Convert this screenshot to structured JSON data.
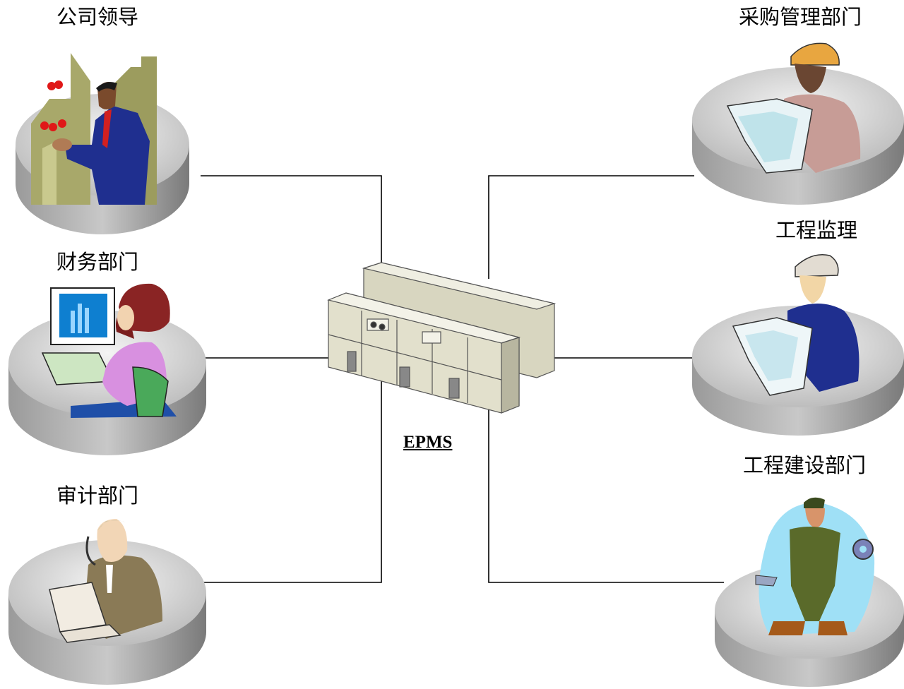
{
  "diagram": {
    "center": {
      "label": "EPMS",
      "icon": "server-cabinets-icon"
    },
    "nodes": [
      {
        "id": "leadership",
        "label": "公司领导",
        "icon": "businessman-icon"
      },
      {
        "id": "finance",
        "label": "财务部门",
        "icon": "woman-at-computer-icon"
      },
      {
        "id": "audit",
        "label": "审计部门",
        "icon": "man-on-phone-icon"
      },
      {
        "id": "procurement",
        "label": "采购管理部门",
        "icon": "engineer-with-blueprint-icon"
      },
      {
        "id": "supervision",
        "label": "工程监理",
        "icon": "supervisor-with-blueprint-icon"
      },
      {
        "id": "construction",
        "label": "工程建设部门",
        "icon": "worker-with-tools-icon"
      }
    ],
    "colors": {
      "connector": "#000000",
      "platform_top": "#e6e6e6",
      "platform_side": "#8f8f8f",
      "server": "#e4e2cc"
    }
  }
}
